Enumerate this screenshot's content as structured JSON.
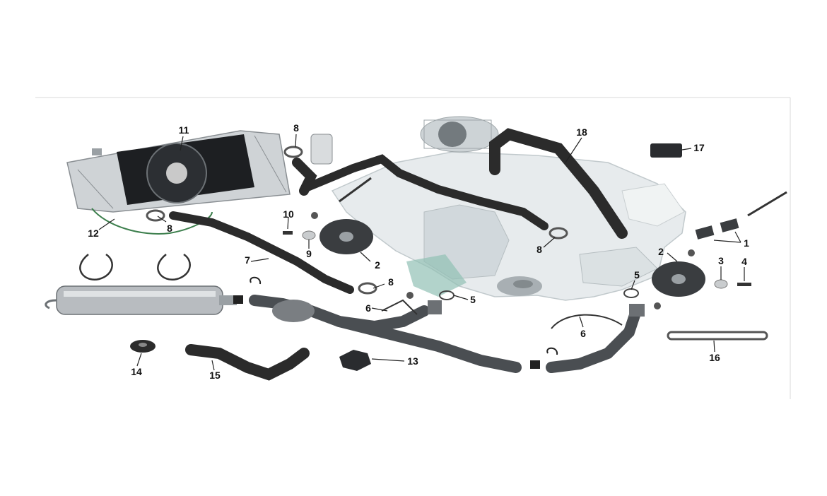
{
  "diagram": {
    "labels": [
      "11",
      "8",
      "18",
      "17",
      "1",
      "2",
      "3",
      "4",
      "5",
      "5",
      "6",
      "6",
      "7",
      "8",
      "8",
      "8",
      "9",
      "10",
      "12",
      "2",
      "13",
      "14",
      "15",
      "16"
    ]
  },
  "colors": {
    "hose": "#2b2b2b",
    "engine": "#e3e8ea",
    "engine_accent": "#7fb6a8",
    "metal": "#b8bcc0",
    "radiator_fan": "#1d1f22",
    "wire_green": "#3d7f4d"
  }
}
